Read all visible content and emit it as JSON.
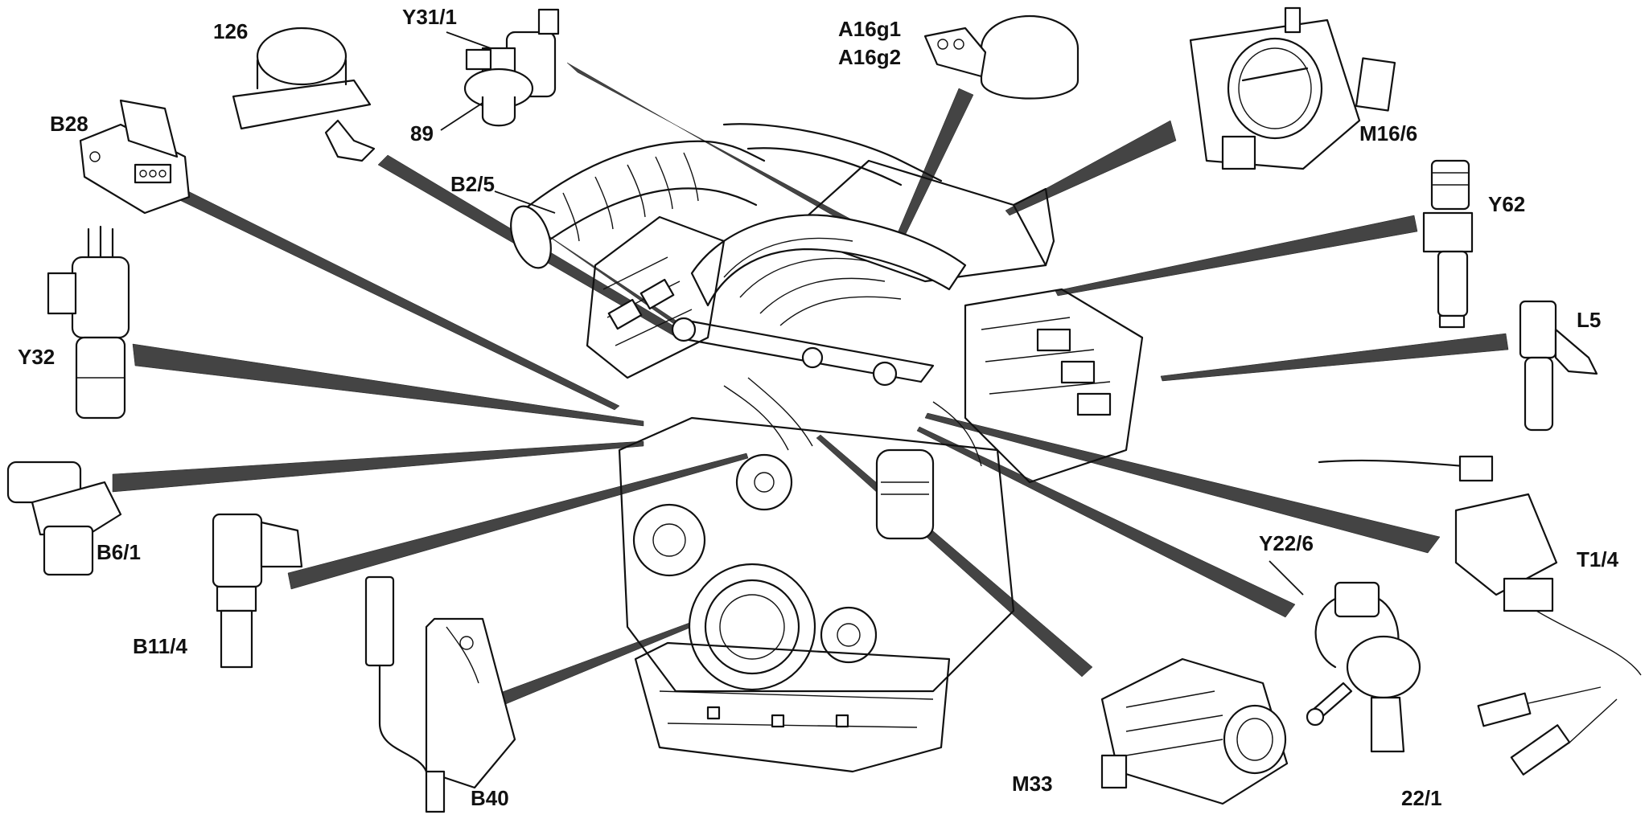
{
  "labels": {
    "l126": "126",
    "y31_1": "Y31/1",
    "a16g1": "A16g1",
    "a16g2": "A16g2",
    "m16_6": "M16/6",
    "b28": "B28",
    "n89": "89",
    "b2_5": "B2/5",
    "y62": "Y62",
    "l5": "L5",
    "y32": "Y32",
    "b6_1": "B6/1",
    "t1_4": "T1/4",
    "y22_6": "Y22/6",
    "b11_4": "B11/4",
    "b40": "B40",
    "m33": "M33",
    "n22_1": "22/1"
  }
}
